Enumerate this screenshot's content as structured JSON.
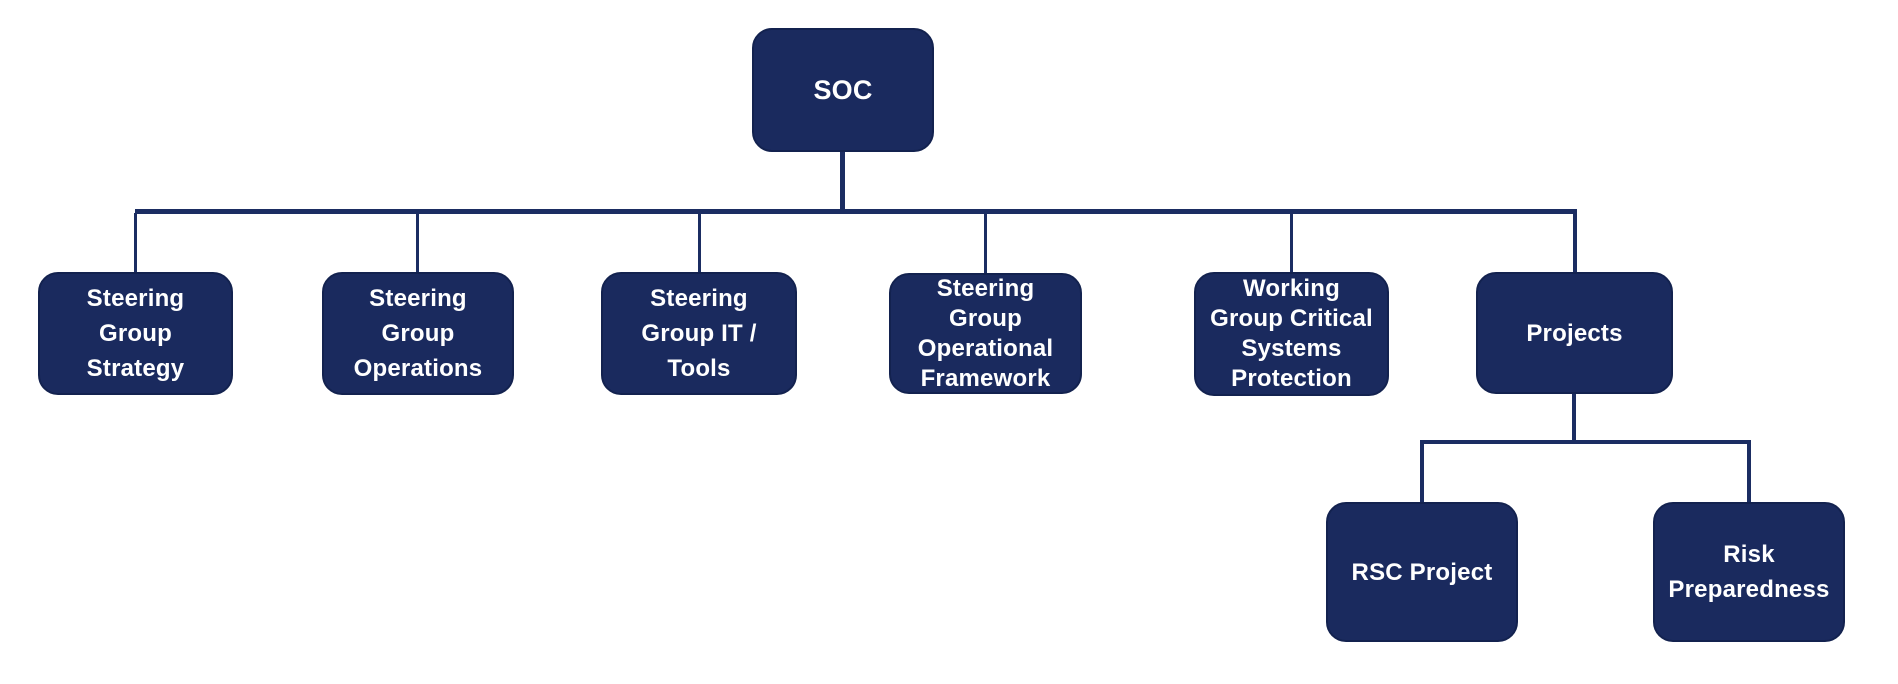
{
  "colors": {
    "background": "#ffffff",
    "node_fill": "#1a2a5e",
    "node_border": "#13224f",
    "node_text": "#ffffff",
    "connector": "#1b2d62"
  },
  "org_chart": {
    "type": "org-chart",
    "root": {
      "label": "SOC"
    },
    "children": [
      {
        "label": "Steering\nGroup\nStrategy"
      },
      {
        "label": "Steering\nGroup\nOperations"
      },
      {
        "label": "Steering\nGroup IT /\nTools"
      },
      {
        "label": "Steering\nGroup\nOperational\nFramework"
      },
      {
        "label": "Working\nGroup Critical\nSystems\nProtection"
      },
      {
        "label": "Projects",
        "children": [
          {
            "label": "RSC Project"
          },
          {
            "label": "Risk\nPreparedness"
          }
        ]
      }
    ]
  }
}
